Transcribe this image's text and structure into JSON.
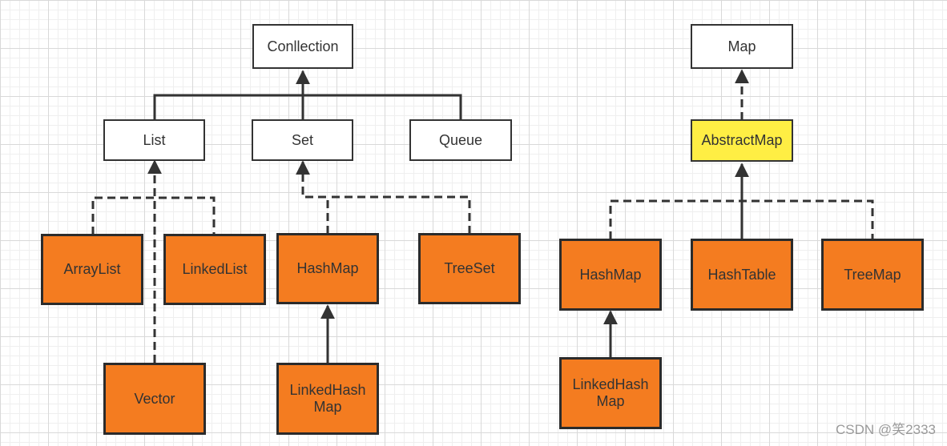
{
  "nodes": {
    "collection": "Conllection",
    "list": "List",
    "set": "Set",
    "queue": "Queue",
    "arraylist": "ArrayList",
    "linkedlist": "LinkedList",
    "hashmap_set": "HashMap",
    "treeset": "TreeSet",
    "vector": "Vector",
    "linkedhashmap_set": "LinkedHash Map",
    "map": "Map",
    "abstractmap": "AbstractMap",
    "hashmap": "HashMap",
    "hashtable": "HashTable",
    "treemap": "TreeMap",
    "linkedhashmap": "LinkedHash Map"
  },
  "colors": {
    "line": "#333333",
    "interface_fill": "#ffffff",
    "class_fill": "#f47c20",
    "abstract_fill": "#ffee44"
  },
  "watermark": "CSDN @笑2333"
}
